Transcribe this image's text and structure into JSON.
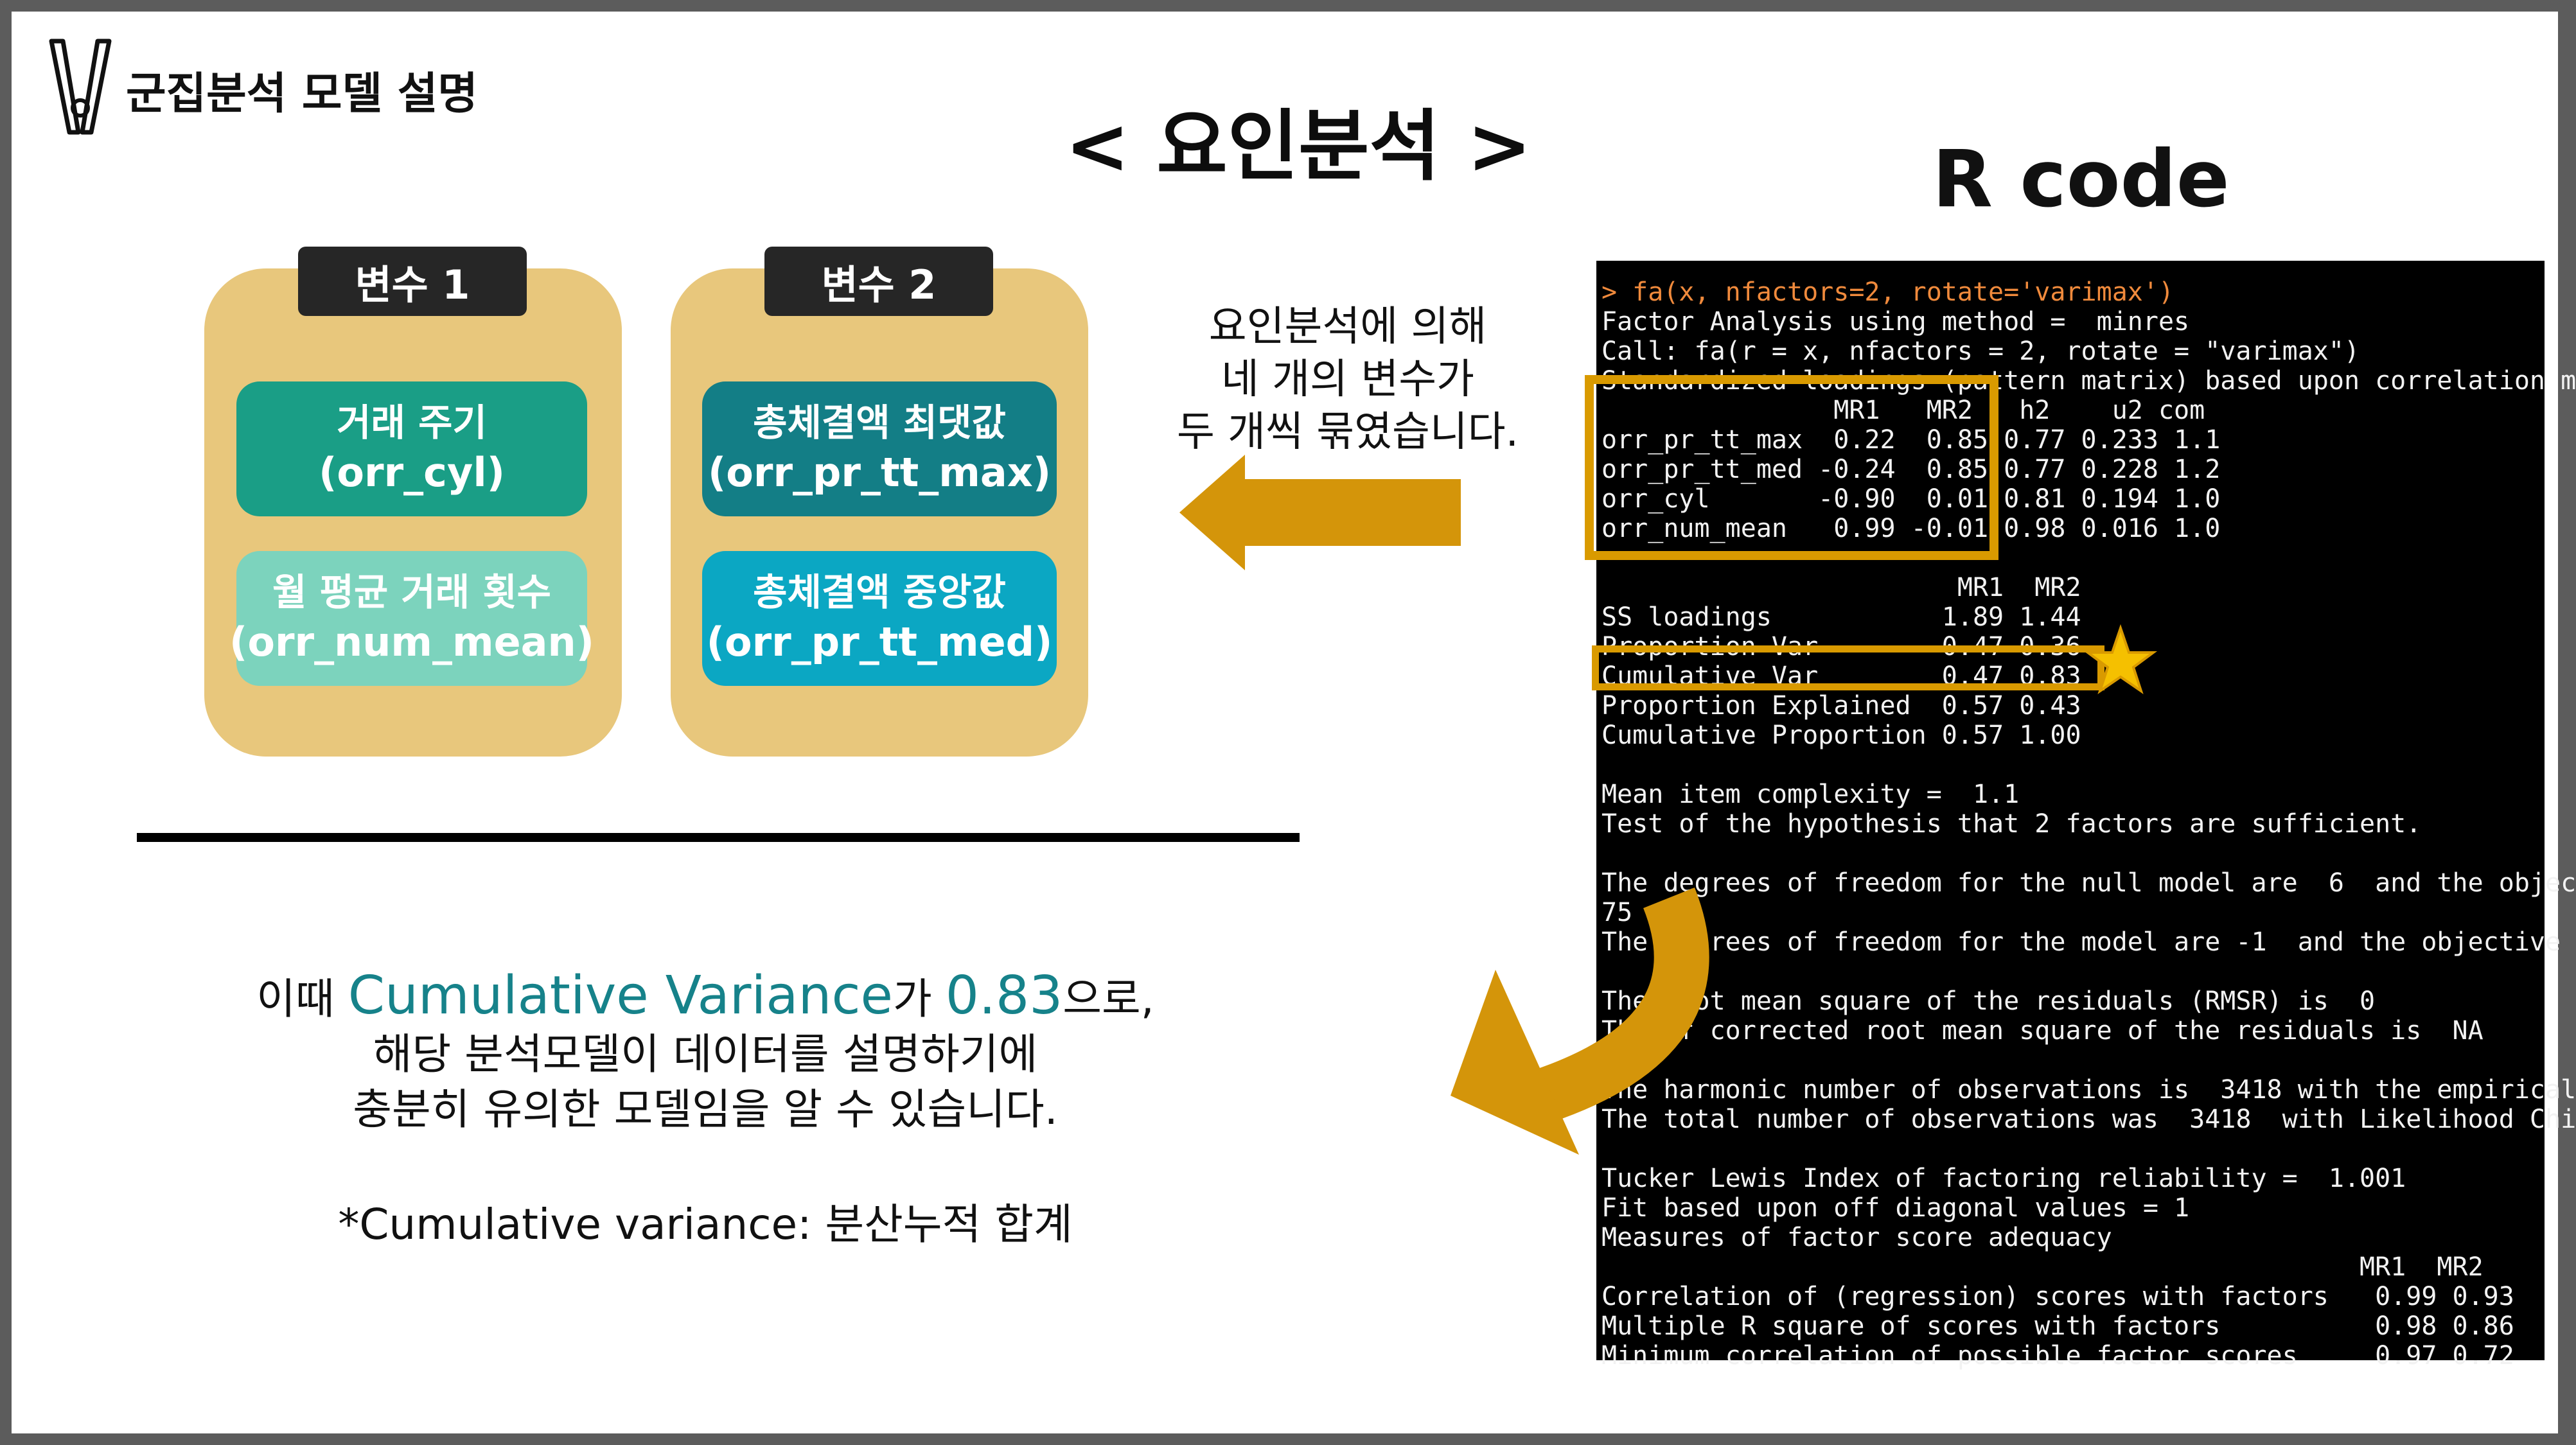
{
  "header": {
    "logo_icon": "clothespin-icon",
    "title": "군집분석 모델 설명"
  },
  "main_title": "< 요인분석 >",
  "rcode_title": "R code",
  "cards": [
    {
      "tag": "변수 1",
      "items": [
        {
          "ko": "거래 주기",
          "en": "(orr_cyl)",
          "color": "#1a9e86"
        },
        {
          "ko": "월 평균 거래 횟수",
          "en": "(orr_num_mean)",
          "color": "#7cd3bd"
        }
      ]
    },
    {
      "tag": "변수 2",
      "items": [
        {
          "ko": "총체결액 최댓값",
          "en": "(orr_pr_tt_max)",
          "color": "#137e86"
        },
        {
          "ko": "총체결액 중앙값",
          "en": "(orr_pr_tt_med)",
          "color": "#0ba7c3"
        }
      ]
    }
  ],
  "explanation": [
    "요인분석에 의해",
    "네 개의 변수가",
    "두 개씩 묶였습니다."
  ],
  "summary": {
    "line1_prefix": "이때 ",
    "highlight_term": "Cumulative Variance",
    "line1_mid": "가 ",
    "highlight_value": "0.83",
    "line1_suffix": "으로,",
    "line2": "해당 분석모델이 데이터를 설명하기에",
    "line3": "충분히 유의한 모델임을 알 수 있습니다."
  },
  "footnote": "*Cumulative variance: 분산누적 합계",
  "terminal": {
    "lines": [
      "> fa(x, nfactors=2, rotate='varimax')",
      "Factor Analysis using method =  minres",
      "Call: fa(r = x, nfactors = 2, rotate = \"varimax\")",
      "Standardized loadings (pattern matrix) based upon correlation m",
      "               MR1   MR2   h2    u2 com",
      "orr_pr_tt_max  0.22  0.85 0.77 0.233 1.1",
      "orr_pr_tt_med -0.24  0.85 0.77 0.228 1.2",
      "orr_cyl       -0.90  0.01 0.81 0.194 1.0",
      "orr_num_mean   0.99 -0.01 0.98 0.016 1.0",
      "",
      "                       MR1  MR2",
      "SS loadings           1.89 1.44",
      "Proportion Var        0.47 0.36",
      "Cumulative Var        0.47 0.83",
      "Proportion Explained  0.57 0.43",
      "Cumulative Proportion 0.57 1.00",
      "",
      "Mean item complexity =  1.1",
      "Test of the hypothesis that 2 factors are sufficient.",
      "",
      "The degrees of freedom for the null model are  6  and the objec",
      "75",
      "The degrees of freedom for the model are -1  and the objective",
      "",
      "The root mean square of the residuals (RMSR) is  0",
      "The df corrected root mean square of the residuals is  NA",
      "",
      "The harmonic number of observations is  3418 with the empirical",
      "The total number of observations was  3418  with Likelihood Chi",
      "",
      "Tucker Lewis Index of factoring reliability =  1.001",
      "Fit based upon off diagonal values = 1",
      "Measures of factor score adequacy",
      "                                                 MR1  MR2",
      "Correlation of (regression) scores with factors   0.99 0.93",
      "Multiple R square of scores with factors          0.98 0.86",
      "Minimum correlation of possible factor scores     0.97 0.72"
    ]
  },
  "decorations": {
    "highlight_color": "#d99a00",
    "star_color": "#f5c000",
    "arrow_color": "#d4950a",
    "icons": [
      "left-arrow-icon",
      "curved-arrow-icon",
      "star-icon"
    ]
  }
}
